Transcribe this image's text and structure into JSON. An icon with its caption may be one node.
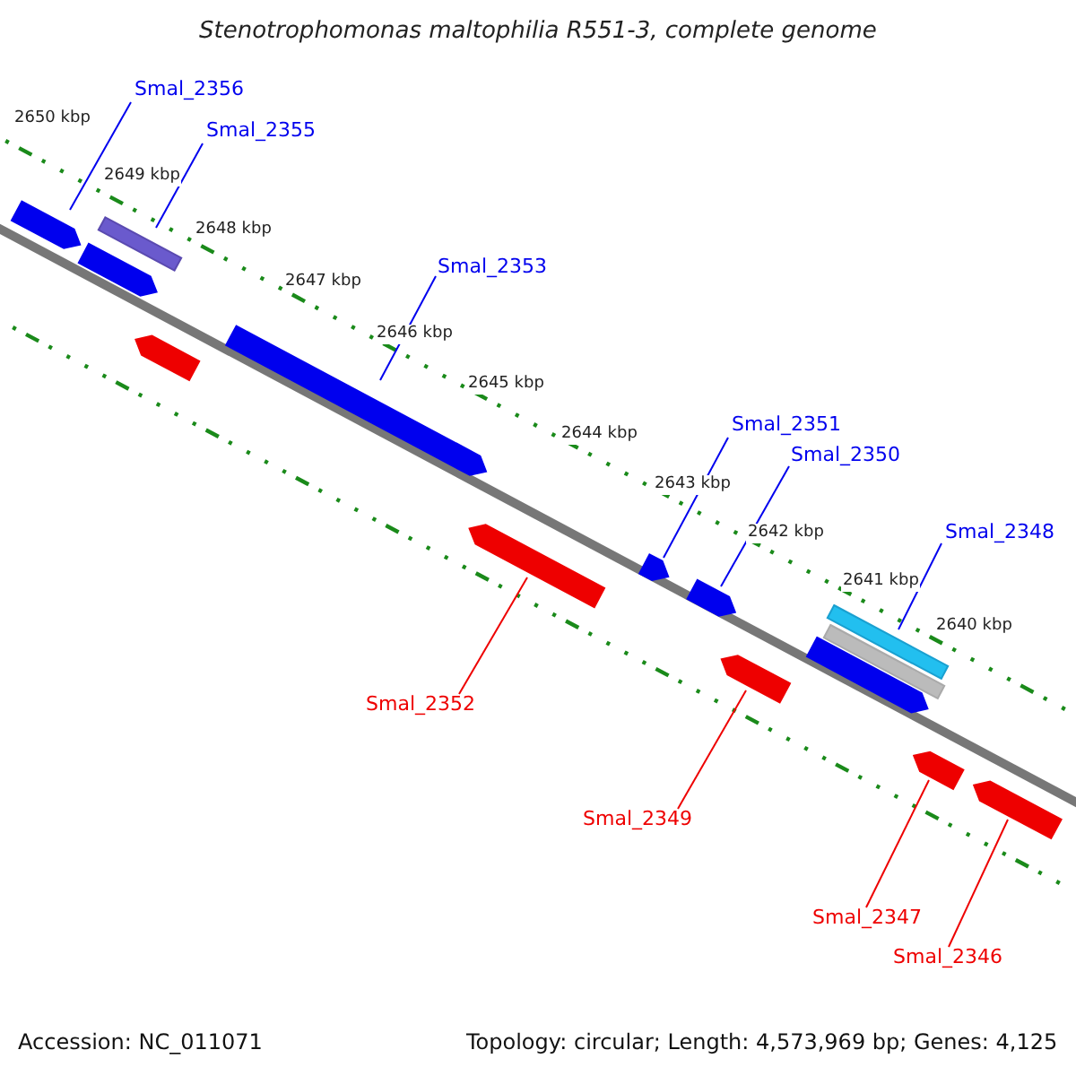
{
  "diagram": {
    "title": "Stenotrophomonas maltophilia R551-3, complete genome",
    "nodes": [
      {
        "text": [
          "Smal_2356"
        ]
      },
      {
        "text": [
          "Smal_2355"
        ]
      },
      {
        "text": [
          "Smal_2353"
        ]
      },
      {
        "text": [
          "Smal_2351"
        ]
      },
      {
        "text": [
          "Smal_2350"
        ]
      },
      {
        "text": [
          "Smal_2348"
        ]
      },
      {
        "text": [
          "Smal_2352"
        ]
      },
      {
        "text": [
          "Smal_2349"
        ]
      },
      {
        "text": [
          "Smal_2347"
        ]
      },
      {
        "text": [
          "Smal_2346"
        ]
      },
      {
        "text": [],
        "shape": "bar"
      },
      {
        "text": [],
        "shape": "bar"
      },
      {
        "text": [],
        "shape": "bar"
      },
      {
        "text": [],
        "shape": "bar"
      },
      {
        "text": [],
        "shape": "bar"
      },
      {
        "text": [],
        "shape": "bar"
      },
      {
        "text": [],
        "shape": "bar"
      },
      {
        "text": [],
        "shape": "bar"
      },
      {
        "text": [],
        "shape": "bar"
      },
      {
        "text": [],
        "shape": "bar"
      },
      {
        "text": [],
        "shape": "bar"
      },
      {
        "text": [],
        "shape": "bar"
      },
      {
        "text": [],
        "shape": "bar"
      },
      {
        "text": [],
        "shape": "bar"
      }
    ],
    "edges": [
      {
        "from": 0,
        "to": 10,
        "arrow": "none"
      },
      {
        "from": 1,
        "to": 11,
        "arrow": "none"
      },
      {
        "from": 2,
        "to": 12,
        "arrow": "none"
      },
      {
        "from": 3,
        "to": 13,
        "arrow": "none"
      },
      {
        "from": 4,
        "to": 14,
        "arrow": "none"
      },
      {
        "from": 5,
        "to": 15,
        "arrow": "none"
      },
      {
        "from": 6,
        "to": 16,
        "arrow": "none",
        "color": "#ee0000"
      },
      {
        "from": 7,
        "to": 17,
        "arrow": "none",
        "color": "#ee0000"
      },
      {
        "from": 8,
        "to": 18,
        "arrow": "none",
        "color": "#ee0000"
      },
      {
        "from": 9,
        "to": 19,
        "arrow": "none",
        "color": "#ee0000"
      }
    ],
    "labels": [
      "2650 kbp",
      "2649 kbp",
      "2648 kbp",
      "2647 kbp",
      "2646 kbp",
      "2645 kbp",
      "2644 kbp",
      "2643 kbp",
      "2642 kbp",
      "2641 kbp",
      "2640 kbp",
      "Accession: NC_011071",
      "Topology: circular; Length: 4,573,969 bp; Genes: 4,125"
    ]
  }
}
